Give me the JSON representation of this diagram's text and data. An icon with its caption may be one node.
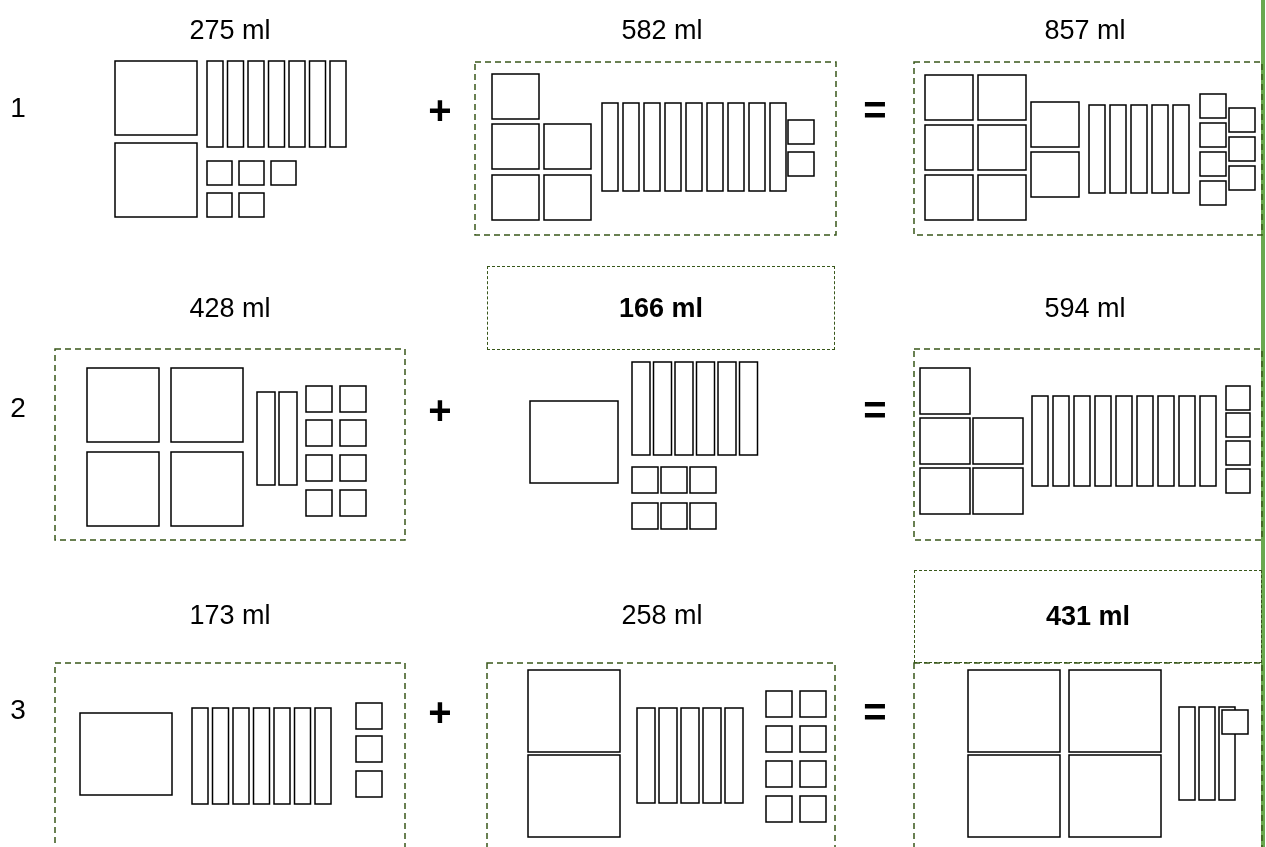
{
  "diagram": {
    "nodes": [
      {
        "text": [
          "166 ml"
        ]
      },
      {
        "text": [
          "431 ml"
        ]
      }
    ],
    "labels": [
      "275 ml",
      "582 ml",
      "857 ml",
      "1",
      "+",
      "=",
      "428 ml",
      "594 ml",
      "2",
      "+",
      "=",
      "173 ml",
      "258 ml",
      "3",
      "+",
      "="
    ]
  }
}
